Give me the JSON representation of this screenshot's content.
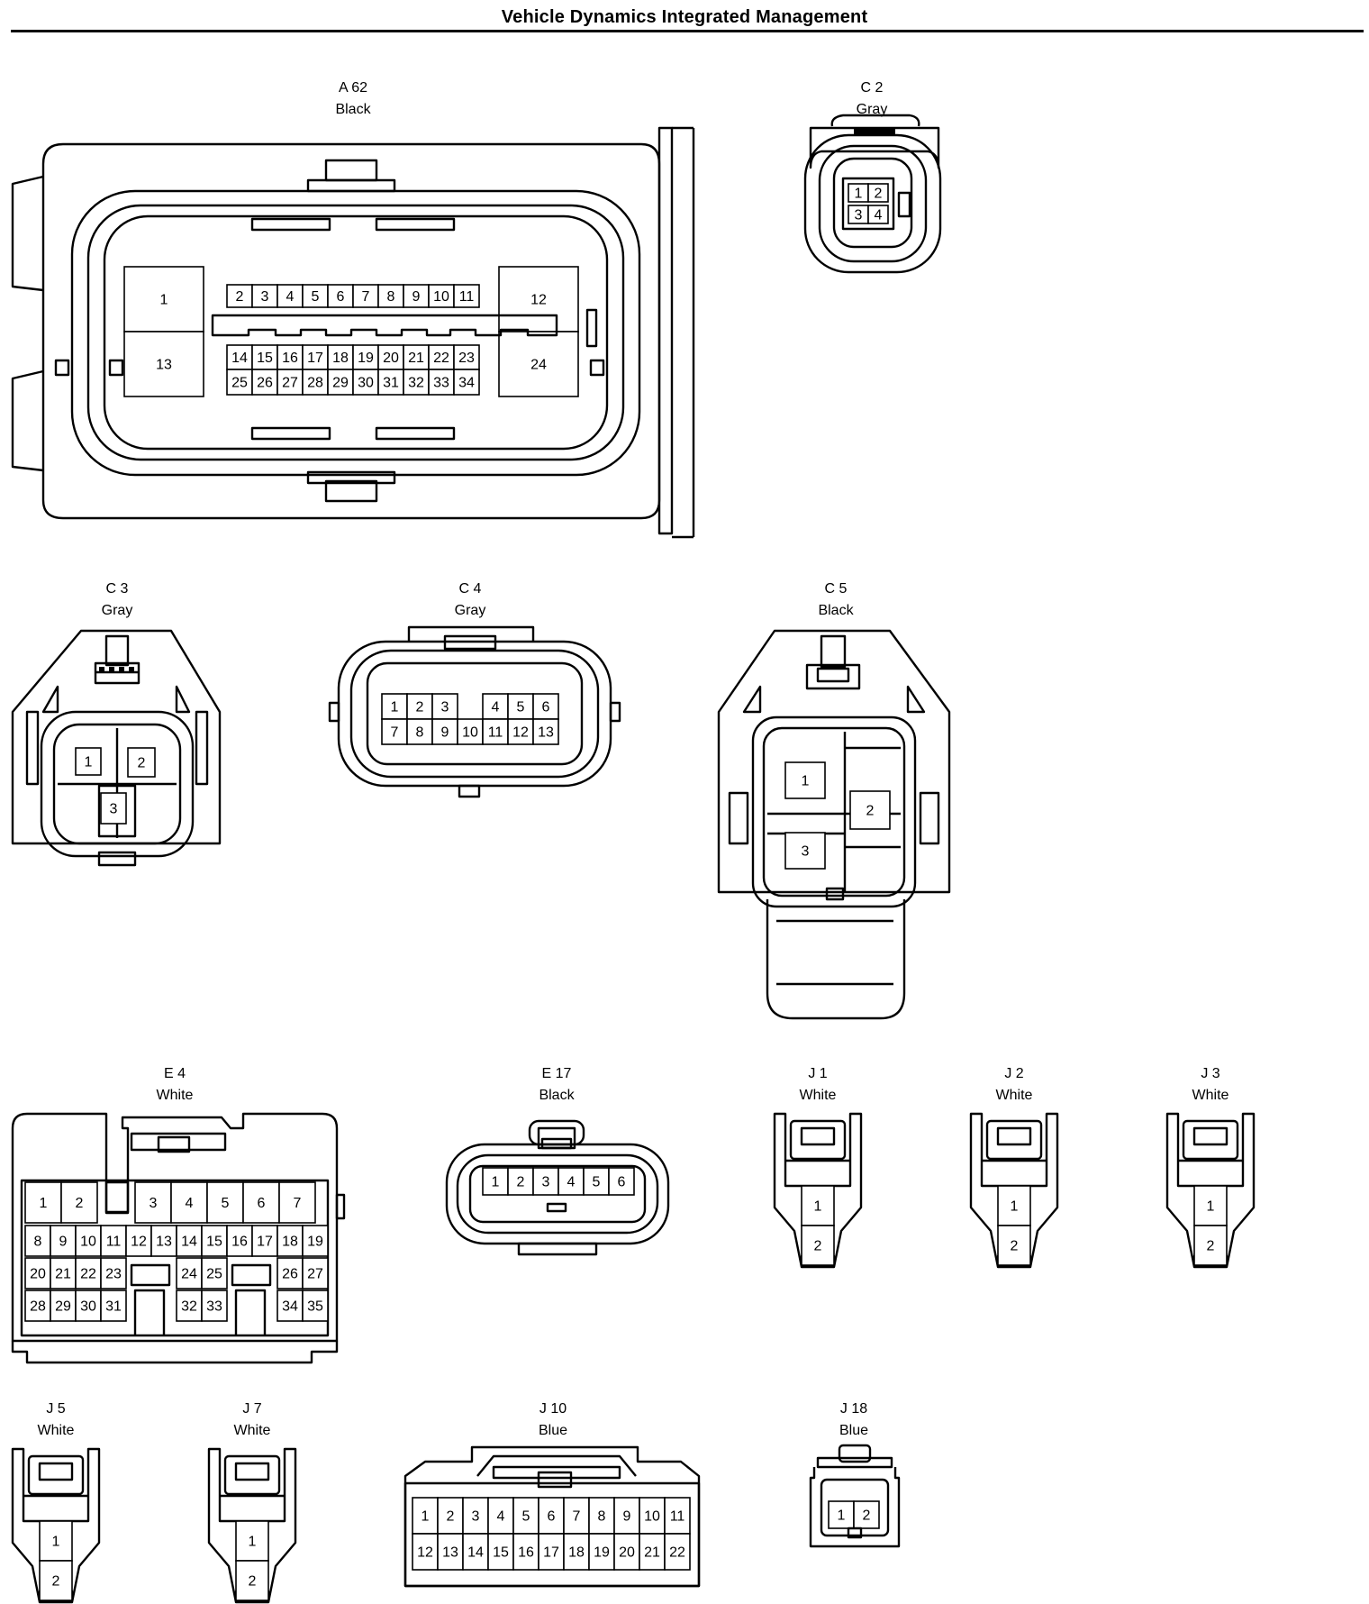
{
  "title": "Vehicle Dynamics Integrated Management",
  "connectors": [
    {
      "id": "A62",
      "code": "A 62",
      "color": "Black",
      "pins": [
        "1",
        "2",
        "3",
        "4",
        "5",
        "6",
        "7",
        "8",
        "9",
        "10",
        "11",
        "12",
        "13",
        "14",
        "15",
        "16",
        "17",
        "18",
        "19",
        "20",
        "21",
        "22",
        "23",
        "24",
        "25",
        "26",
        "27",
        "28",
        "29",
        "30",
        "31",
        "32",
        "33",
        "34"
      ]
    },
    {
      "id": "C2",
      "code": "C 2",
      "color": "Gray",
      "pins": [
        "1",
        "2",
        "3",
        "4"
      ]
    },
    {
      "id": "C3",
      "code": "C 3",
      "color": "Gray",
      "pins": [
        "1",
        "2",
        "3"
      ]
    },
    {
      "id": "C4",
      "code": "C 4",
      "color": "Gray",
      "pins": [
        "1",
        "2",
        "3",
        "4",
        "5",
        "6",
        "7",
        "8",
        "9",
        "10",
        "11",
        "12",
        "13"
      ]
    },
    {
      "id": "C5",
      "code": "C 5",
      "color": "Black",
      "pins": [
        "1",
        "2",
        "3"
      ]
    },
    {
      "id": "E4",
      "code": "E 4",
      "color": "White",
      "pins": [
        "1",
        "2",
        "3",
        "4",
        "5",
        "6",
        "7",
        "8",
        "9",
        "10",
        "11",
        "12",
        "13",
        "14",
        "15",
        "16",
        "17",
        "18",
        "19",
        "20",
        "21",
        "22",
        "23",
        "24",
        "25",
        "26",
        "27",
        "28",
        "29",
        "30",
        "31",
        "32",
        "33",
        "34",
        "35"
      ]
    },
    {
      "id": "E17",
      "code": "E 17",
      "color": "Black",
      "pins": [
        "1",
        "2",
        "3",
        "4",
        "5",
        "6"
      ]
    },
    {
      "id": "J1",
      "code": "J 1",
      "color": "White",
      "pins": [
        "1",
        "2"
      ]
    },
    {
      "id": "J2",
      "code": "J 2",
      "color": "White",
      "pins": [
        "1",
        "2"
      ]
    },
    {
      "id": "J3",
      "code": "J 3",
      "color": "White",
      "pins": [
        "1",
        "2"
      ]
    },
    {
      "id": "J5",
      "code": "J 5",
      "color": "White",
      "pins": [
        "1",
        "2"
      ]
    },
    {
      "id": "J7",
      "code": "J 7",
      "color": "White",
      "pins": [
        "1",
        "2"
      ]
    },
    {
      "id": "J10",
      "code": "J 10",
      "color": "Blue",
      "pins": [
        "1",
        "2",
        "3",
        "4",
        "5",
        "6",
        "7",
        "8",
        "9",
        "10",
        "11",
        "12",
        "13",
        "14",
        "15",
        "16",
        "17",
        "18",
        "19",
        "20",
        "21",
        "22"
      ]
    },
    {
      "id": "J18",
      "code": "J 18",
      "color": "Blue",
      "pins": [
        "1",
        "2"
      ]
    }
  ]
}
